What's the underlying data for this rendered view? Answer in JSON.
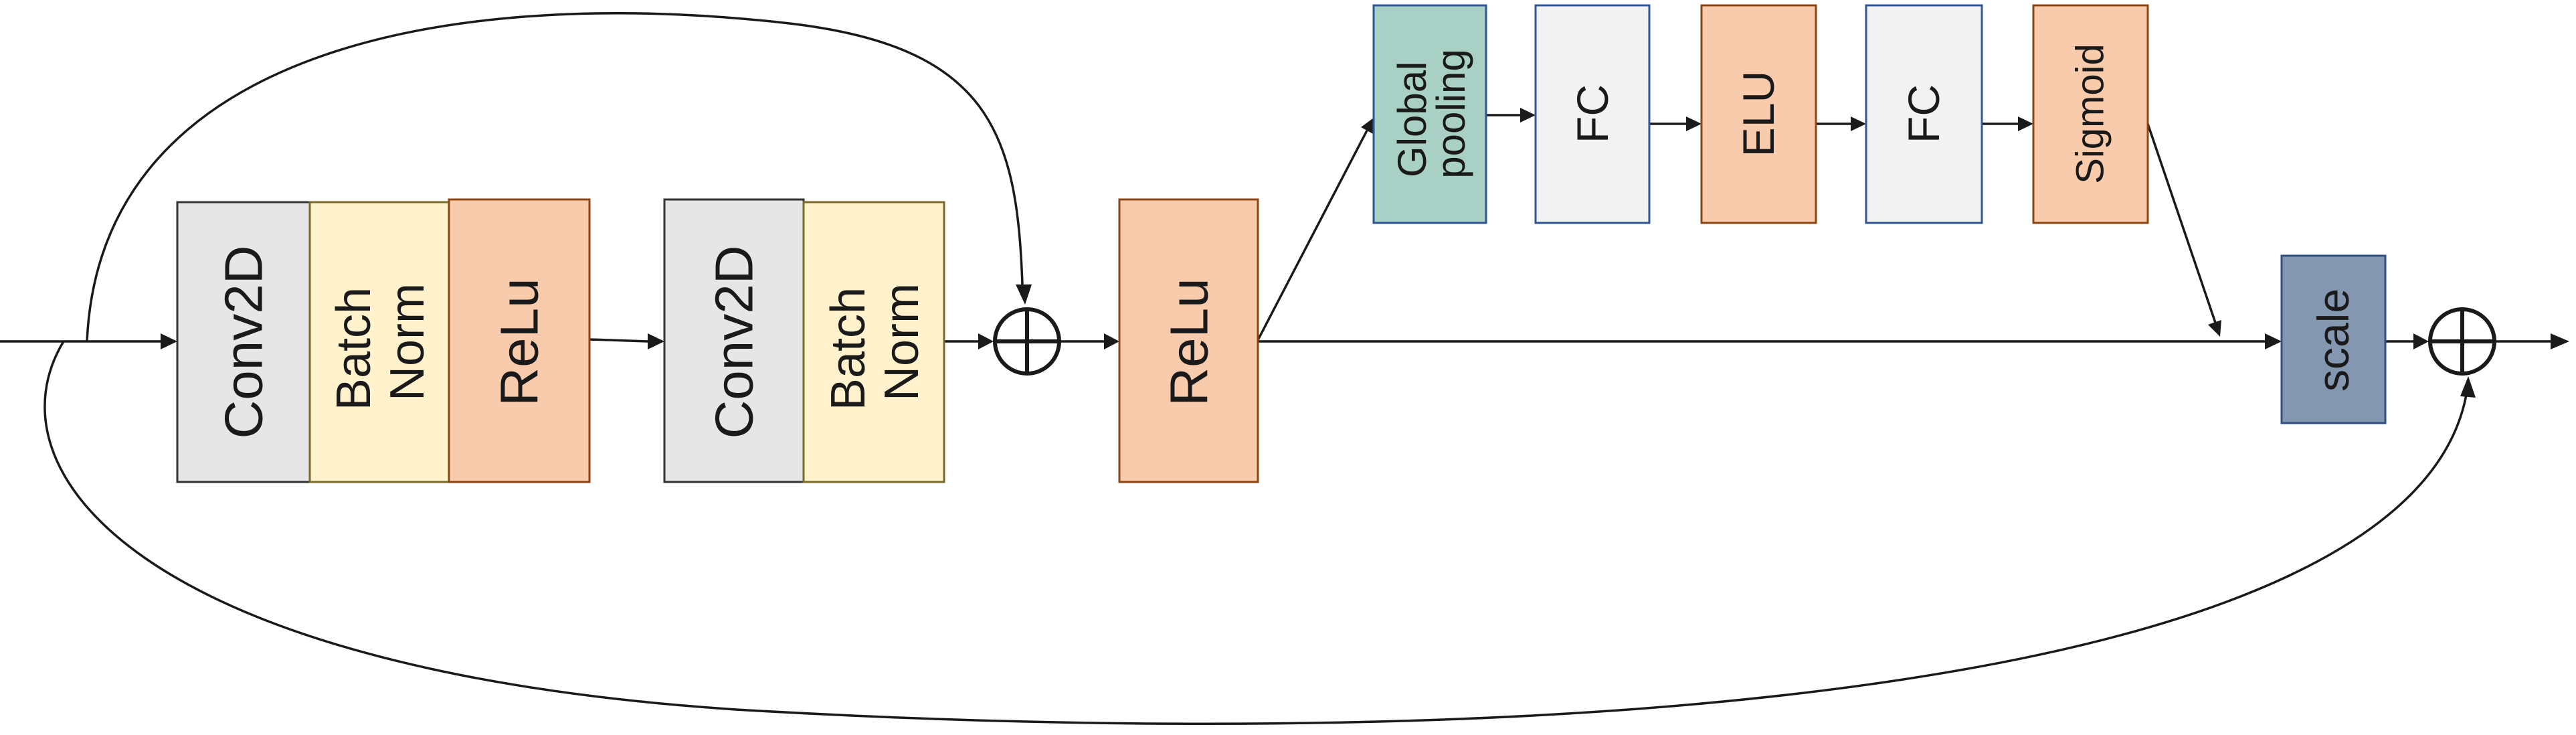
{
  "blocks": {
    "conv2d_1": {
      "label": "Conv2D",
      "fill": "#e6e6e6",
      "stroke": "#333333"
    },
    "batchnorm_1": {
      "line1": "Batch",
      "line2": "Norm",
      "fill": "#fff2cc",
      "stroke": "#7a6a28"
    },
    "relu_1": {
      "label": "ReLu",
      "fill": "#f8cbad",
      "stroke": "#8b4513"
    },
    "conv2d_2": {
      "label": "Conv2D",
      "fill": "#e6e6e6",
      "stroke": "#333333"
    },
    "batchnorm_2": {
      "line1": "Batch",
      "line2": "Norm",
      "fill": "#fff2cc",
      "stroke": "#7a6a28"
    },
    "relu_2": {
      "label": "ReLu",
      "fill": "#f8cbad",
      "stroke": "#8b4513"
    },
    "global_pooling": {
      "line1": "Global",
      "line2": "pooling",
      "fill": "#a9d0c5",
      "stroke": "#2f5597"
    },
    "fc_1": {
      "label": "FC",
      "fill": "#f2f2f2",
      "stroke": "#2f5597"
    },
    "elu": {
      "label": "ELU",
      "fill": "#f8cbad",
      "stroke": "#8b4513"
    },
    "fc_2": {
      "label": "FC",
      "fill": "#f2f2f2",
      "stroke": "#2f5597"
    },
    "sigmoid": {
      "label": "Sigmoid",
      "fill": "#f8cbad",
      "stroke": "#8b4513"
    },
    "scale": {
      "label": "scale",
      "fill": "#8497b0",
      "stroke": "#2f4f7f"
    }
  },
  "sum_nodes": [
    "add-1",
    "add-2"
  ],
  "line_color": "#1a1a1a"
}
